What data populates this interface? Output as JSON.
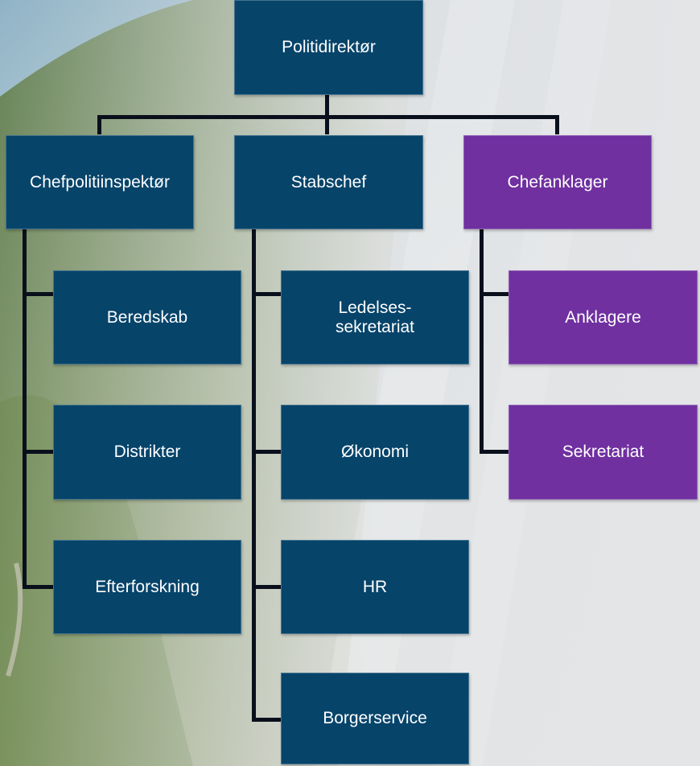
{
  "colors": {
    "navy": "#06446a",
    "purple": "#7030a0",
    "connector": "#0a0f1c"
  },
  "org": {
    "top": "Politidirektør",
    "branches": [
      {
        "title": "Chefpolitiinspektør",
        "color": "navy",
        "children": [
          "Beredskab",
          "Distrikter",
          "Efterforskning"
        ]
      },
      {
        "title": "Stabschef",
        "color": "navy",
        "children": [
          "Ledelses-\nsekretariat",
          "Økonomi",
          "HR",
          "Borgerservice"
        ]
      },
      {
        "title": "Chefanklager",
        "color": "purple",
        "children": [
          "Anklagere",
          "Sekretariat"
        ]
      }
    ]
  }
}
